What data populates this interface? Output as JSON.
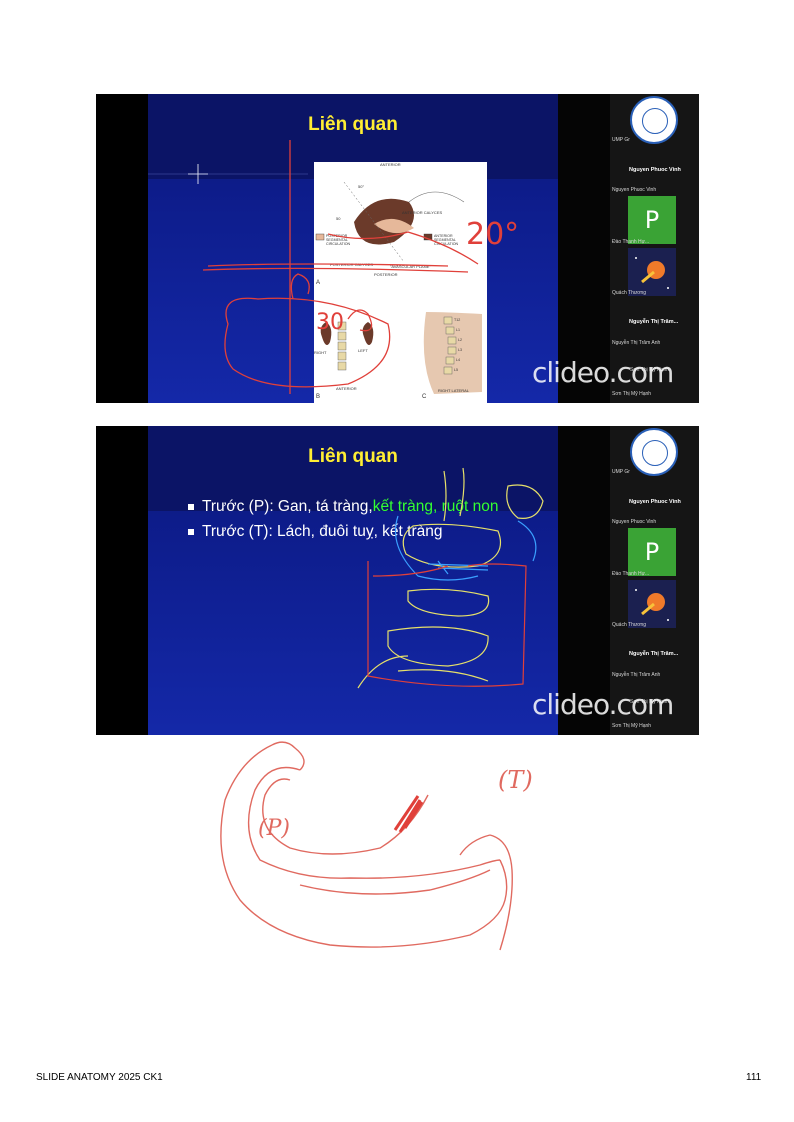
{
  "slide1": {
    "title": "Liên quan",
    "figure_labels": {
      "anterior": "ANTERIOR",
      "anterior_calyces": "ANTERIOR CALYCES",
      "posterior_seg": "POSTERIOR SEGMENTAL CIRCULATION",
      "anterior_seg": "ANTERIOR SEGMENTAL CIRCULATION",
      "posterior_calyces": "POSTERIOR CALYCES",
      "avascular_plane": "\"AVASCULAR PLANE\"",
      "posterior": "POSTERIOR",
      "angle_top": "50°",
      "angle_side": "50",
      "panel_a": "A",
      "panel_b": "B",
      "panel_c": "C",
      "right": "RIGHT",
      "left": "LEFT",
      "anterior_b": "ANTERIOR",
      "right_lateral": "RIGHT LATERAL",
      "t12": "T12",
      "l1": "L1",
      "l2": "L2",
      "l3": "L3",
      "l4": "L4",
      "l5": "L5"
    },
    "handwriting": {
      "angle": "20°",
      "side": "30"
    }
  },
  "slide2": {
    "title": "Liên quan",
    "bullet1_prefix": "Trước (P): Gan, tá tràng, ",
    "bullet1_highlight": "kết tràng, ruột non",
    "bullet2": "Trước (T): Lách, đuôi tuỵ, kết tràng"
  },
  "participants": {
    "host_label": "UMP Gr",
    "name1_bold": "Nguyen Phuoc Vinh",
    "name1": "Nguyen Phuoc Vinh",
    "avatar_letter": "P",
    "name2": "Đào Thanh Hự...",
    "name3": "Quách Thương",
    "name4_bold": "Nguyễn Thị Trâm...",
    "name4": "Nguyễn Thị Trâm Anh",
    "name5": "Sơn Thị Mỹ Hạnh",
    "name5_overlay": "Sơn Thị Mỹ Hạnh"
  },
  "watermark": "clideo.com",
  "sketch": {
    "left_label": "(P)",
    "right_label": "(T)"
  },
  "footer": {
    "left": "SLIDE ANATOMY 2025 CK1",
    "page": "111"
  },
  "colors": {
    "slide_blue": "#1428a8",
    "title_yellow": "#ffee33",
    "ink_red": "#e0403a",
    "ink_yellow": "#e6e06a",
    "ink_blue": "#3aa0ff",
    "highlight_green": "#33ff33"
  }
}
